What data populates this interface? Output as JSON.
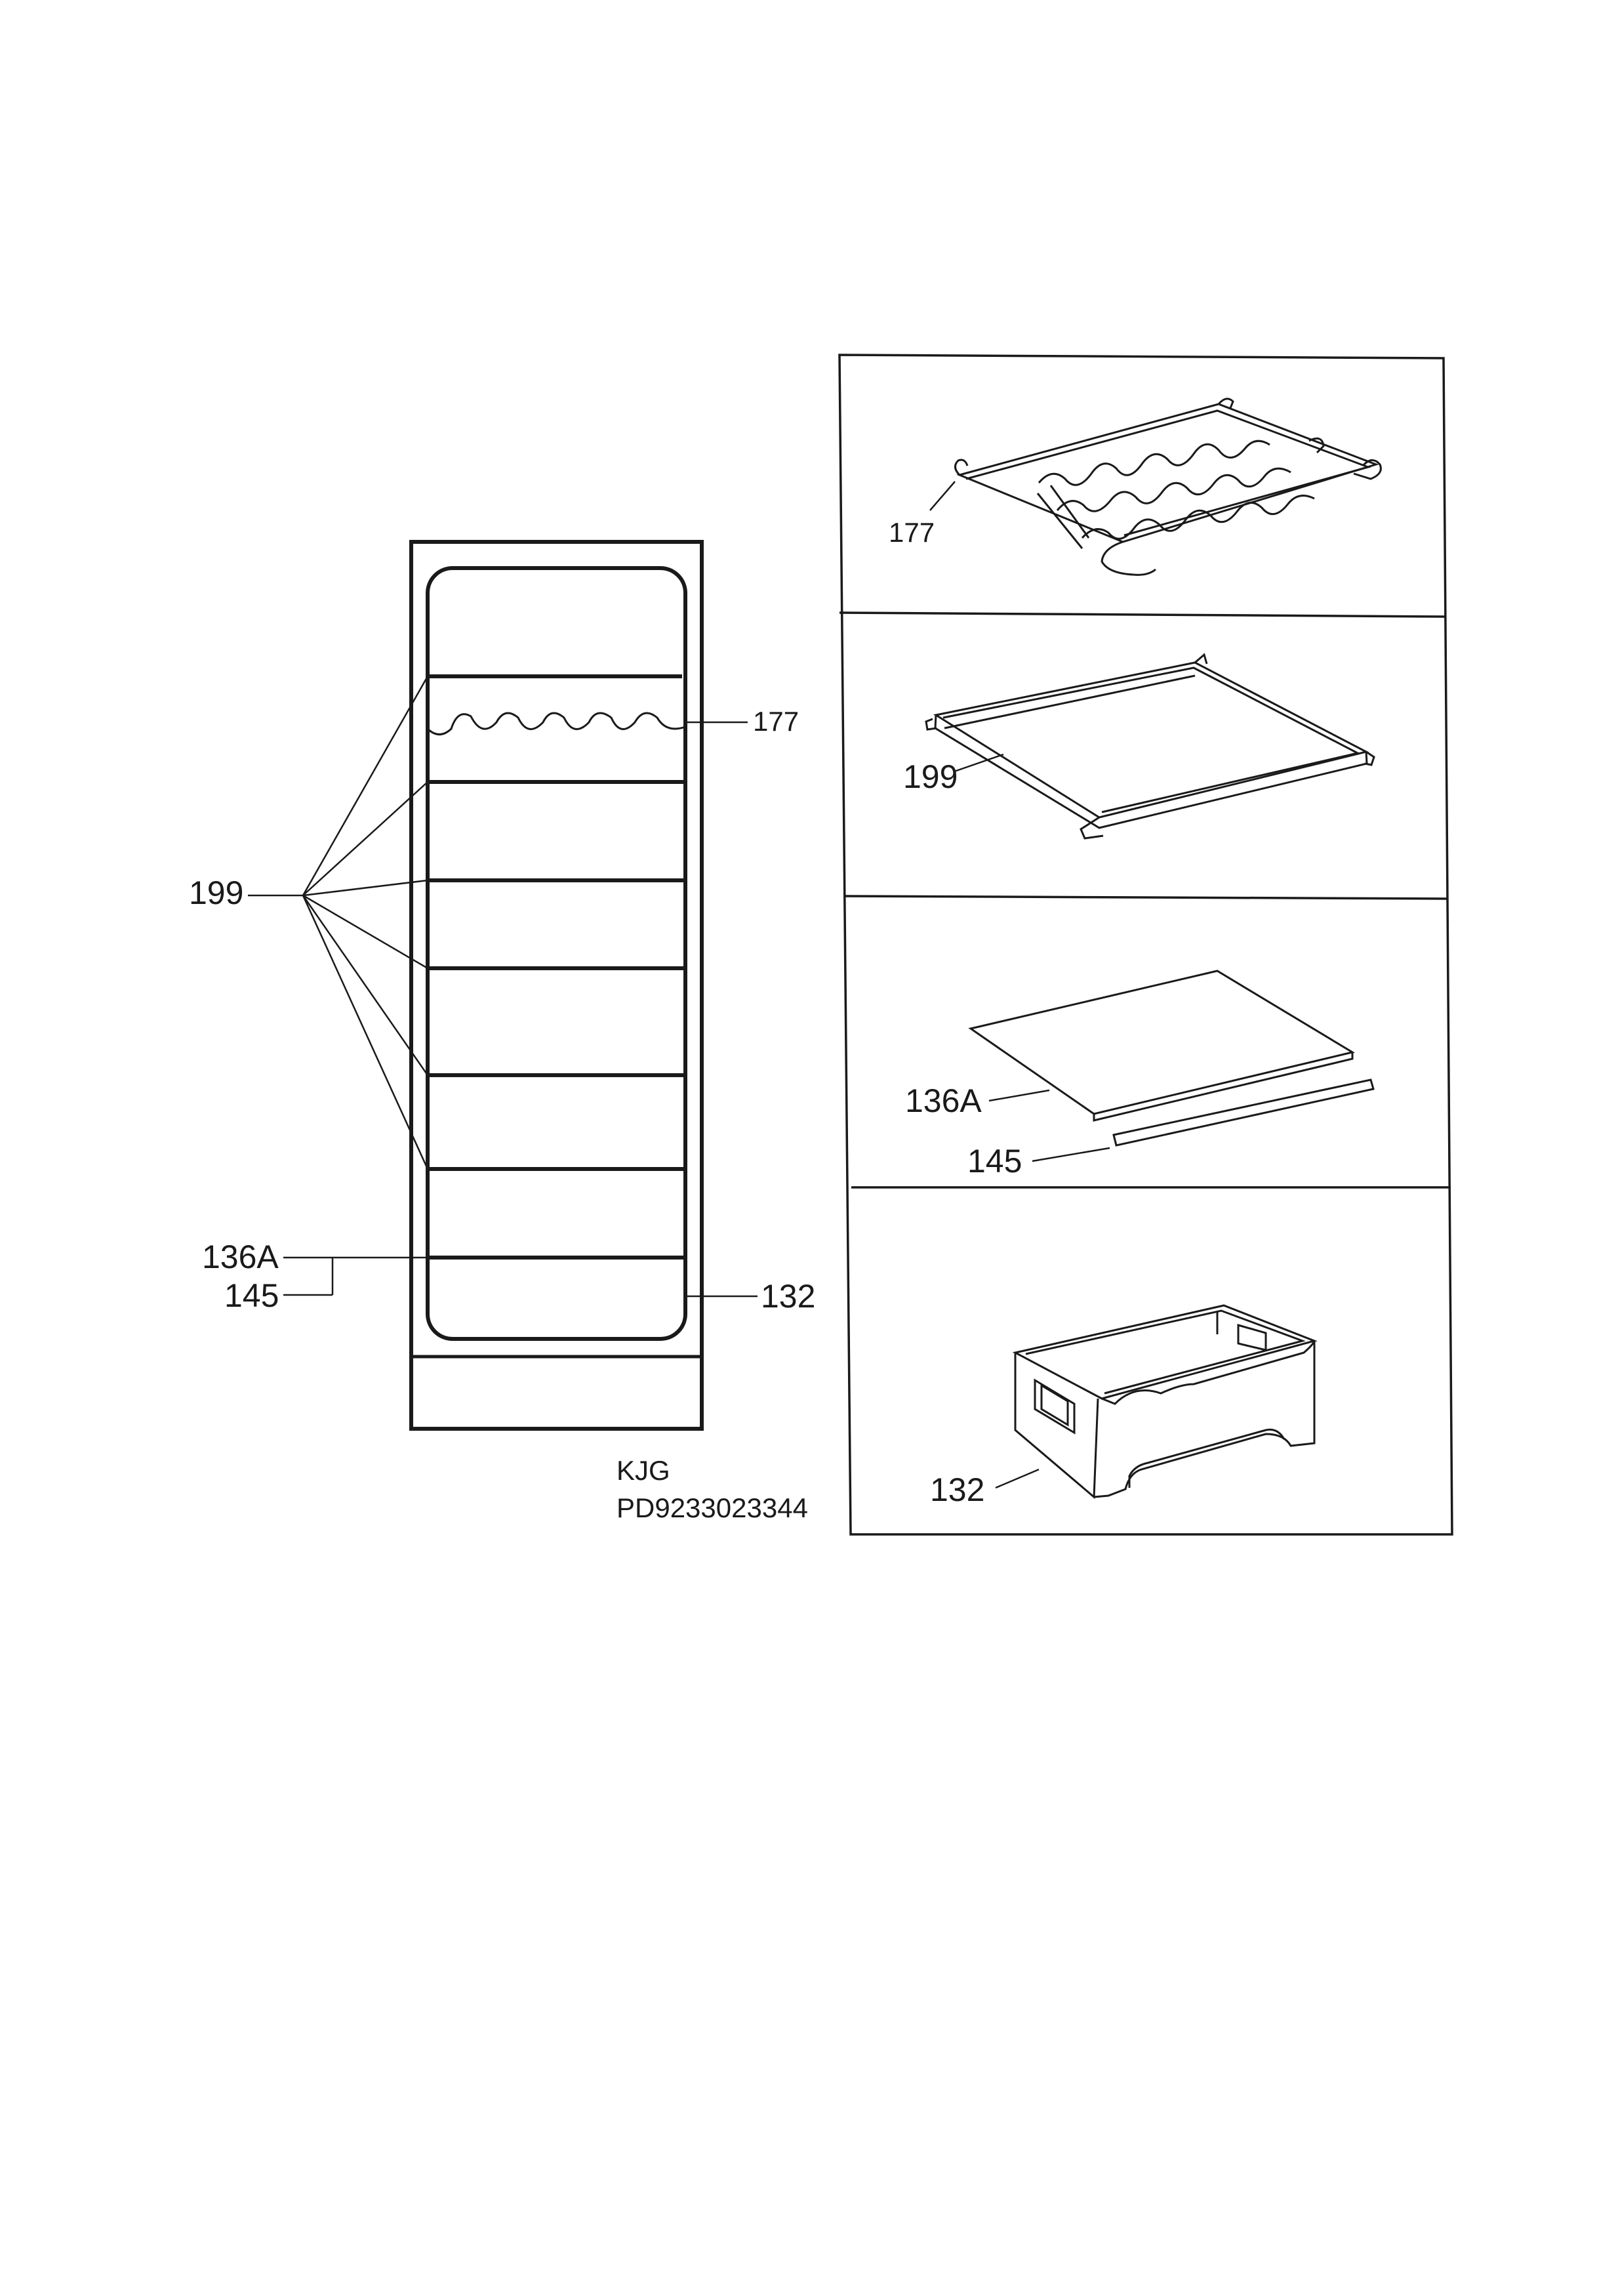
{
  "overview": {
    "labels": {
      "shelf": "199",
      "wine_rack": "177",
      "glass_shelf": "136A",
      "shelf_trim": "145",
      "drawer": "132"
    }
  },
  "parts": [
    {
      "id": "wine_rack",
      "label": "177"
    },
    {
      "id": "shelf",
      "label": "199"
    },
    {
      "id": "glass_shelf",
      "label": "136A"
    },
    {
      "id": "shelf_trim",
      "label": "145"
    },
    {
      "id": "drawer",
      "label": "132"
    }
  ],
  "footer": {
    "code": "KJG",
    "document_number": "PD9233023344"
  }
}
